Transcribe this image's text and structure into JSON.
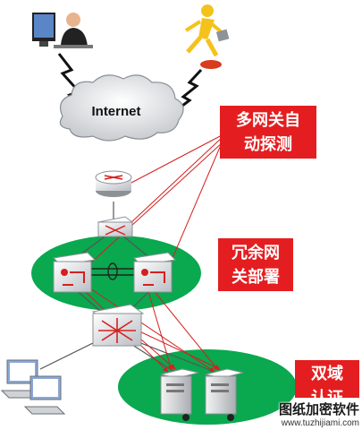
{
  "cloud": {
    "label": "Internet"
  },
  "callouts": {
    "multi_gateway": {
      "line1": "多网关自",
      "line2": "动探测"
    },
    "redundant_gateway": {
      "line1": "冗余网",
      "line2": "关部署"
    },
    "dual_domain": {
      "line1": "双域",
      "line2": "认证"
    }
  },
  "watermark": {
    "title": "图纸加密软件",
    "url": "www.tuzhijiami.com"
  },
  "colors": {
    "accent_red": "#e41e20",
    "zone_green": "#0aa84f",
    "link_red": "#d42020",
    "link_gray": "#555555"
  },
  "icons": [
    "office-user-icon",
    "mobile-user-icon",
    "cloud-icon",
    "router-icon",
    "switch-icon",
    "firewall-gateway-icon",
    "core-switch-icon",
    "server-icon",
    "workstation-icon"
  ]
}
